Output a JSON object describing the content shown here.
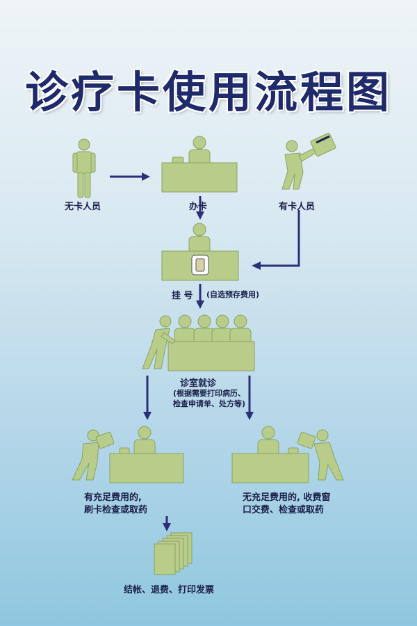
{
  "title": "诊疗卡使用流程图",
  "nodes": {
    "no_card": "无卡人员",
    "apply_card": "办卡",
    "has_card": "有卡人员",
    "register": "挂 号",
    "register_note": "(自选预存费用)",
    "consult": "诊室就诊",
    "consult_note_1": "(根据需要打印病历、",
    "consult_note_2": "检查申请单、处方等)",
    "sufficient_1": "有充足费用的,",
    "sufficient_2": "刷卡检查或取药",
    "insufficient_1": "无充足费用的, 收费窗",
    "insufficient_2": "口交费、检查或取药",
    "settle": "结帐、退费、打印发票"
  },
  "colors": {
    "figure": "#b9cd8a",
    "arrow": "#2a2f78",
    "title": "#1f2a6b",
    "text": "#1b1f4a"
  }
}
